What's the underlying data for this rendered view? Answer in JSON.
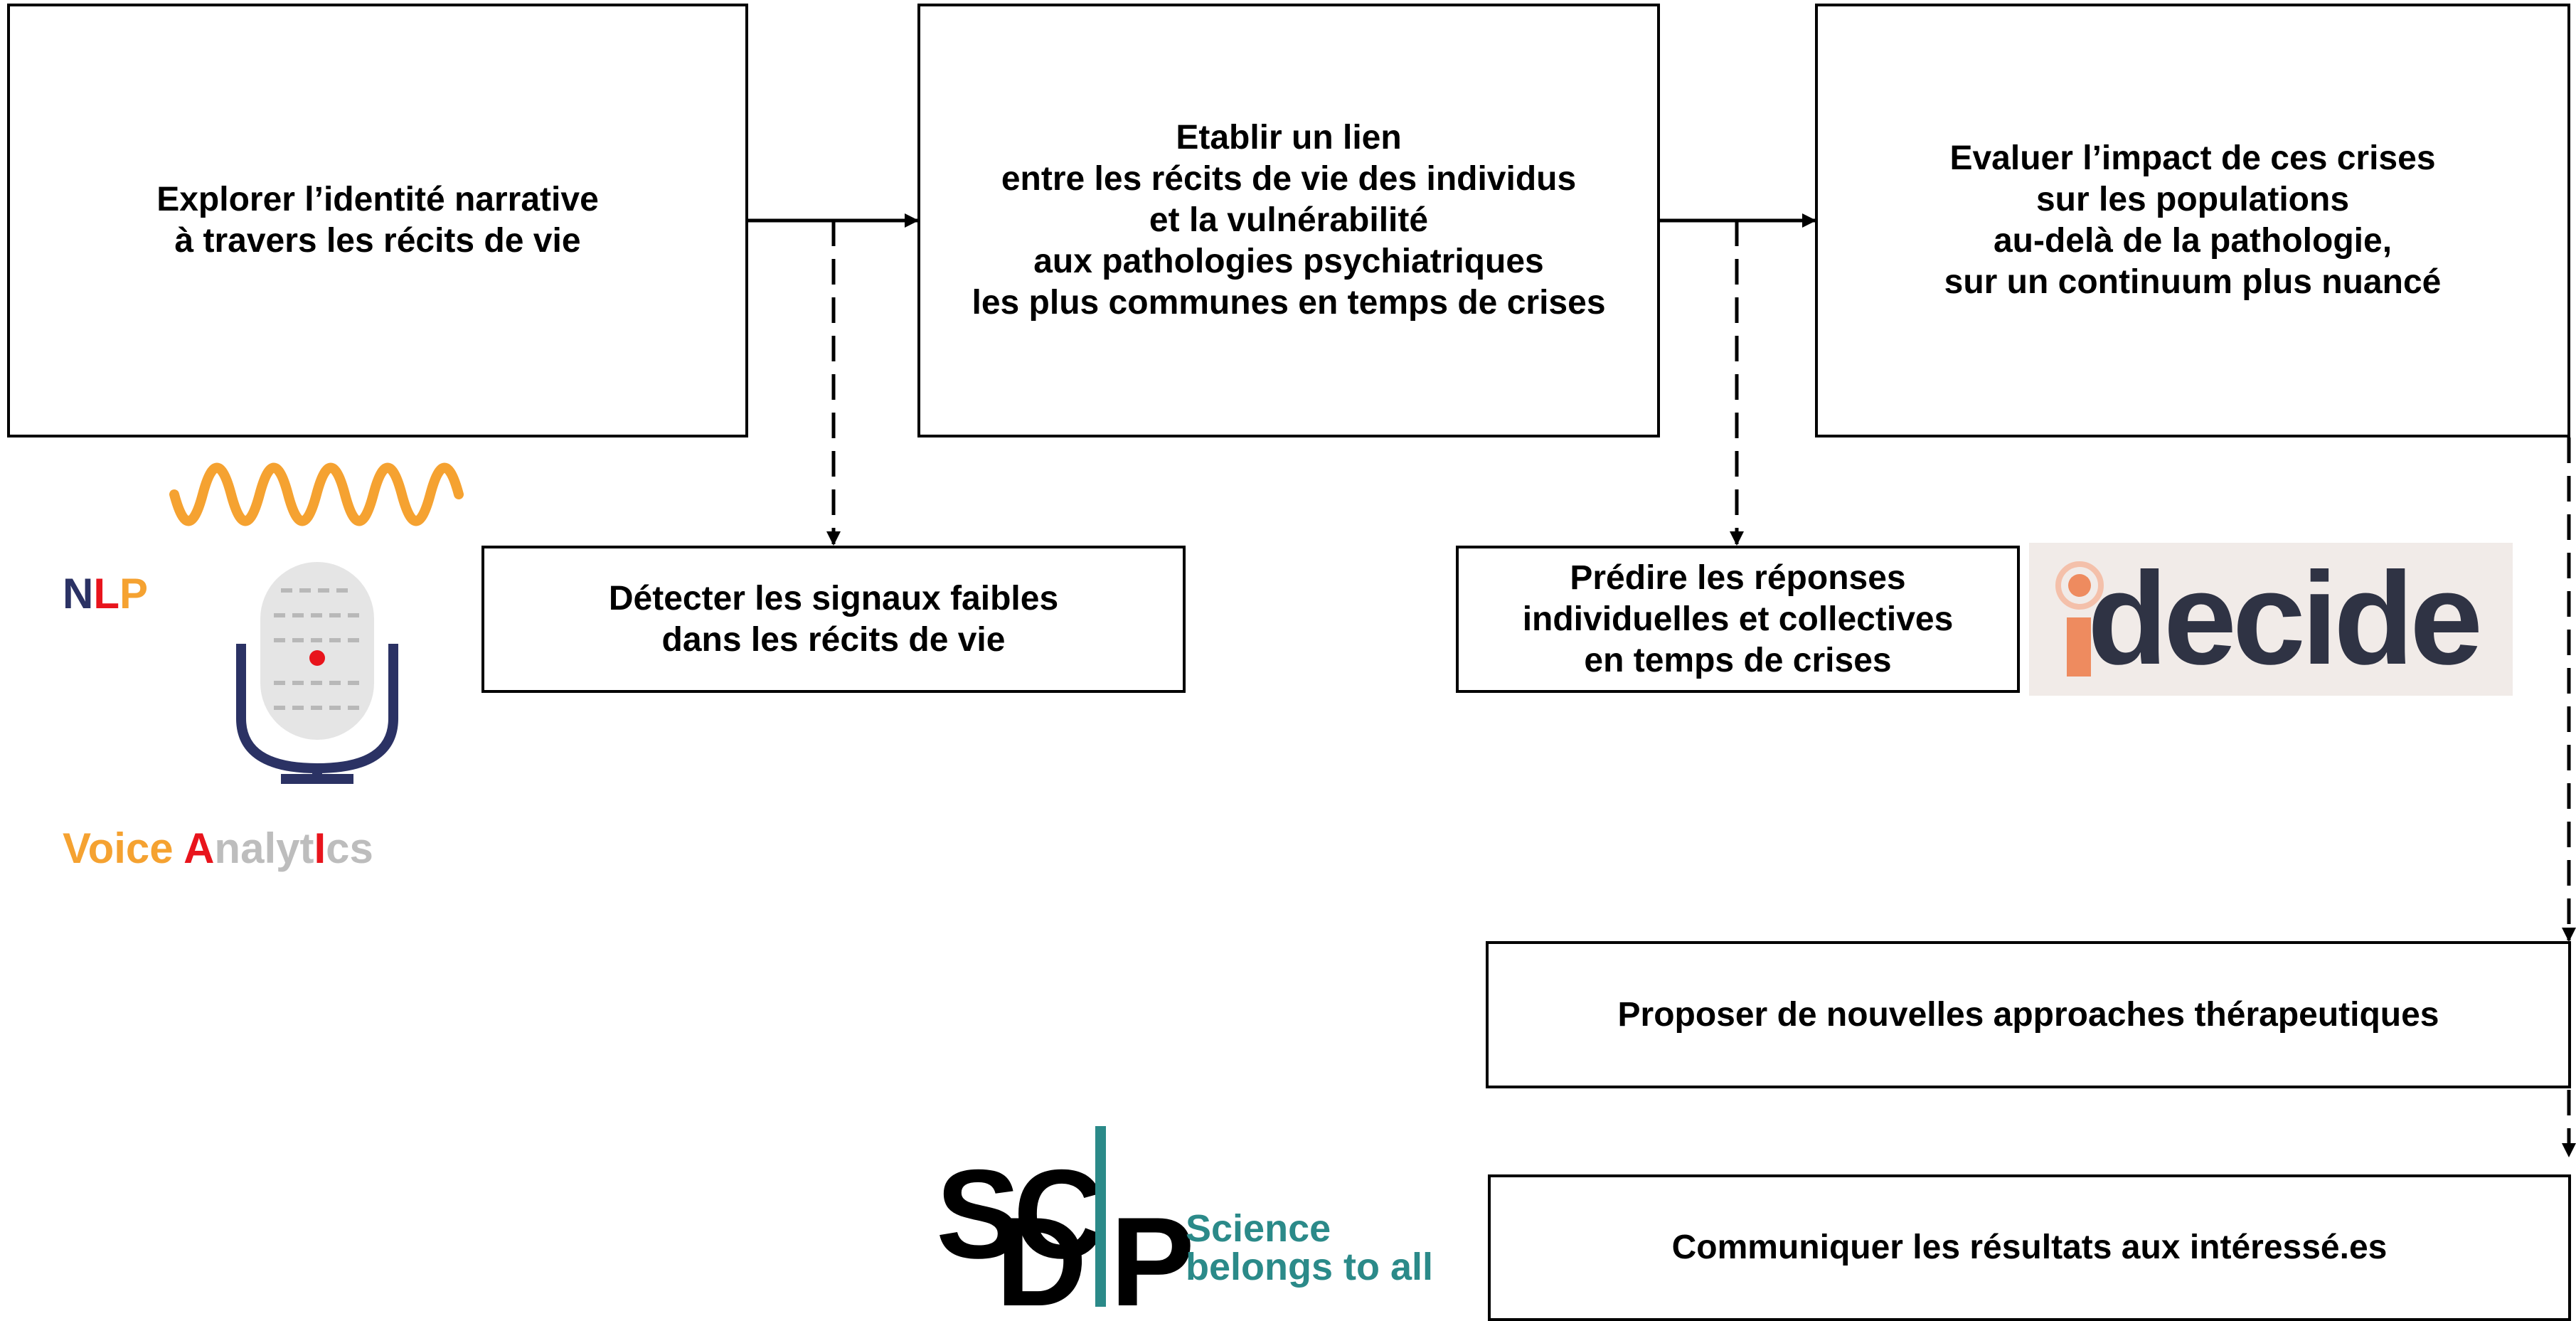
{
  "boxes": {
    "explorer": "Explorer l’identité narrative\nà travers les récits de vie",
    "etablir": "Etablir un lien\nentre les récits de vie des individus\net la vulnérabilité\naux pathologies psychiatriques\nles plus communes en temps de crises",
    "evaluer": "Evaluer l’impact de ces crises\nsur les populations\nau-delà de la pathologie,\nsur un continuum plus nuancé",
    "detecter": "Détecter les signaux faibles\ndans les récits de vie",
    "predire": "Prédire les réponses\nindividuelles et collectives\nen temps de crises",
    "proposer": "Proposer de nouvelles approaches thérapeutiques",
    "communiquer": "Communiquer les résultats aux intéressé.es"
  },
  "logos": {
    "nlp": {
      "letters": [
        "N",
        "L",
        "P"
      ]
    },
    "voice_analytics": {
      "parts": [
        "Voice ",
        "A",
        "nalyt",
        "I",
        "cs"
      ]
    },
    "idecide": {
      "wordmark": "decide"
    },
    "scdp": {
      "letters": [
        "S",
        "C",
        "D",
        "P"
      ],
      "tagline": "Science\nbelongs to all"
    }
  },
  "colors": {
    "orange": "#f5a231",
    "navy": "#2b3264",
    "red": "#e8141c",
    "gray": "#bdbdbd",
    "teal": "#2b8a89",
    "idecide_text": "#2f3344",
    "idecide_accent": "#ee8b5f"
  }
}
